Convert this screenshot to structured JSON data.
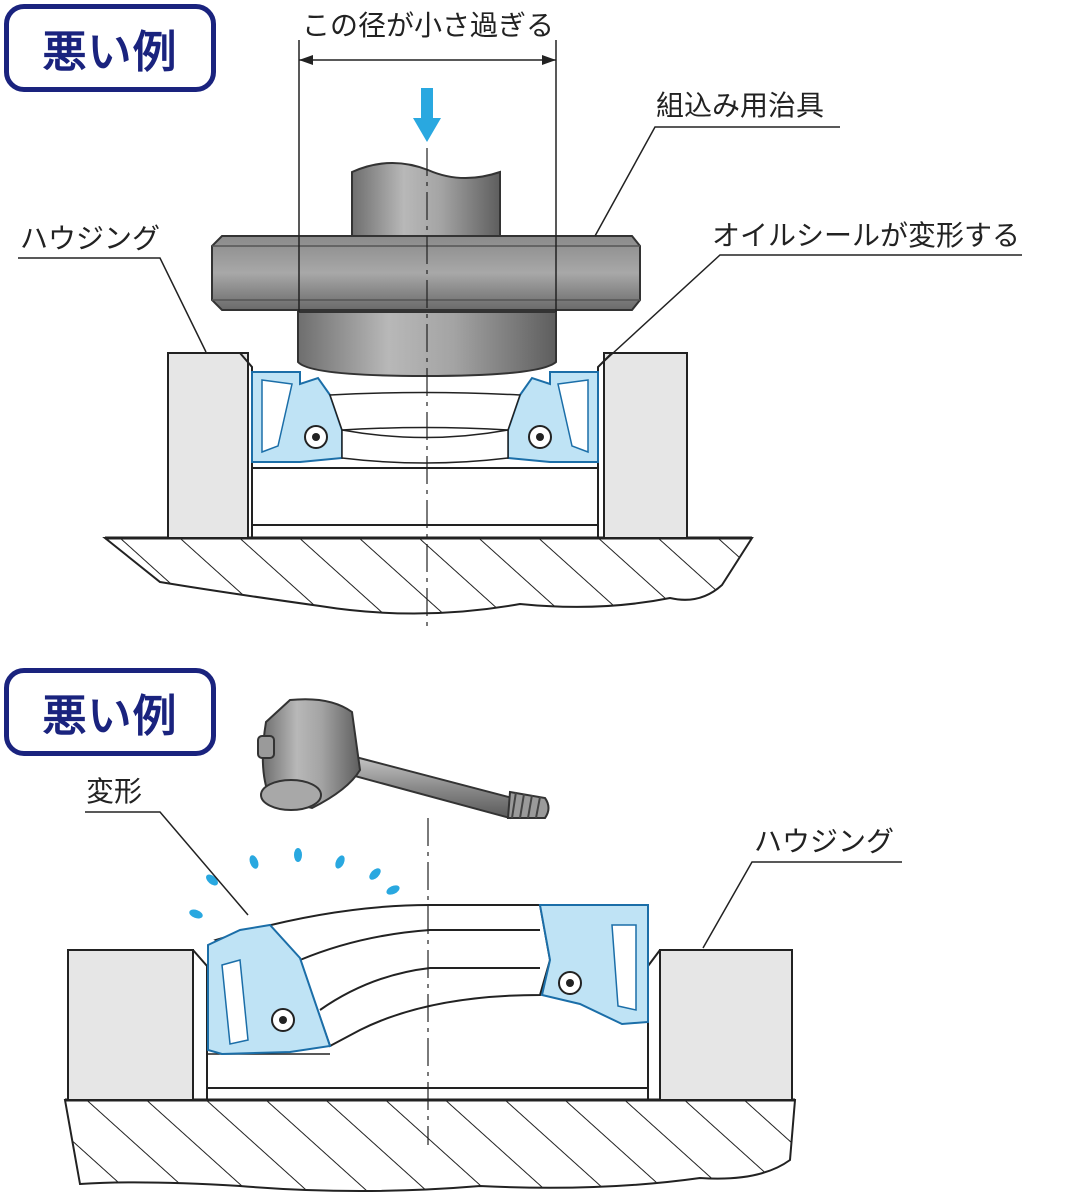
{
  "top_panel": {
    "badge": "悪い例",
    "dimension_label": "この径が小さ過ぎる",
    "jig_label": "組込み用治具",
    "housing_label": "ハウジング",
    "deform_label": "オイルシールが変形する"
  },
  "bottom_panel": {
    "badge": "悪い例",
    "deform_label": "変形",
    "housing_label": "ハウジング"
  },
  "colors": {
    "badge_border": "#1a237e",
    "seal_fill": "#bfe3f5",
    "seal_outline": "#1b6ea8",
    "arrow": "#29a8e0",
    "housing_fill": "#e6e6e6",
    "jig_fill": "#9a9a9a"
  },
  "icons": [
    "down-arrow-icon",
    "hammer-icon",
    "impact-mark-icon"
  ]
}
